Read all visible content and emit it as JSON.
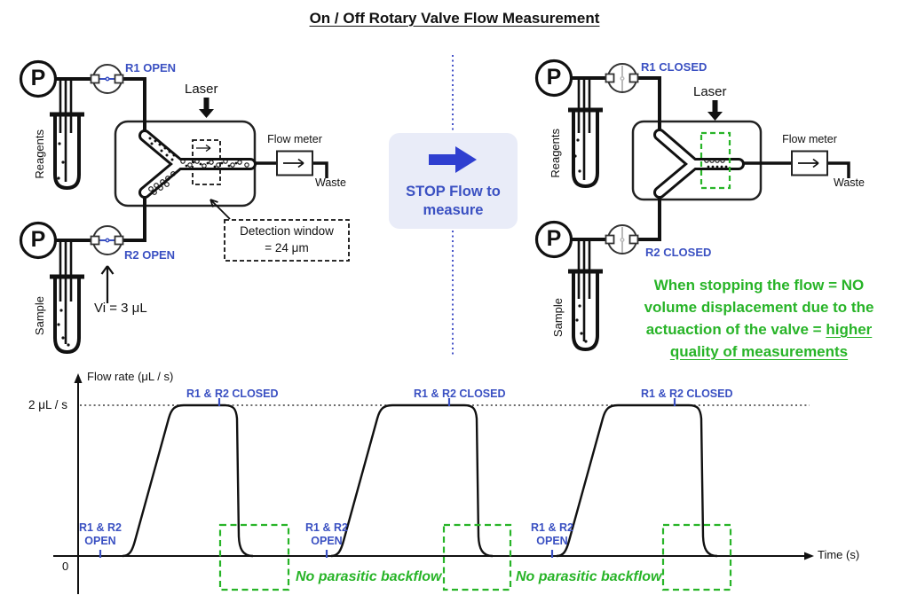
{
  "title": "On / Off Rotary Valve Flow Measurement",
  "colors": {
    "blue_label": "#3a50c2",
    "arrow_blue": "#2f3fd0",
    "stop_box_bg": "#e9ecf8",
    "green": "#28b428"
  },
  "left_diagram": {
    "pump1_label": "P",
    "pump2_label": "P",
    "reagents_label": "Reagents",
    "sample_label": "Sample",
    "valve1_label": "R1 OPEN",
    "valve2_label": "R2 OPEN",
    "laser_label": "Laser",
    "flow_meter_label": "Flow meter",
    "waste_label": "Waste",
    "detection_window_line1": "Detection window",
    "detection_window_line2": "= 24 μm",
    "injection_volume_label": "Vi = 3 μL"
  },
  "center": {
    "stop_line1": "STOP Flow to",
    "stop_line2": "measure"
  },
  "right_diagram": {
    "pump1_label": "P",
    "pump2_label": "P",
    "reagents_label": "Reagents",
    "sample_label": "Sample",
    "valve1_label": "R1 CLOSED",
    "valve2_label": "R2 CLOSED",
    "laser_label": "Laser",
    "flow_meter_label": "Flow meter",
    "waste_label": "Waste",
    "note_lines": [
      {
        "text": "When stopping the flow = NO",
        "underline": ""
      },
      {
        "text": "volume displacement due to the",
        "underline": ""
      },
      {
        "text": "actuaction of the valve = ",
        "underline": "higher"
      },
      {
        "text": "",
        "underline": "quality of measurements"
      }
    ]
  },
  "graph": {
    "ylabel": "Flow rate (μL / s)",
    "xlabel": "Time (s)",
    "origin_label": "0",
    "level_label": "2 μL / s",
    "closed_label": "R1 & R2 CLOSED",
    "open_line1": "R1 & R2",
    "open_line2": "OPEN",
    "backflow_label": "No parasitic backflow"
  },
  "chart_data": {
    "type": "line",
    "title": "",
    "xlabel": "Time (s)",
    "ylabel": "Flow rate (μL / s)",
    "ylim": [
      0,
      2.4
    ],
    "x_tick_labels_shown": [
      "0"
    ],
    "x_units": "arbitrary (no numeric time ticks shown)",
    "reference_line": {
      "value": 2,
      "label": "2 μL / s",
      "style": "dotted"
    },
    "series": [
      {
        "name": "Flow rate",
        "profile_points": [
          {
            "t": 0.0,
            "y": 0
          },
          {
            "t": 0.6,
            "y": 0
          },
          {
            "t": 1.3,
            "y": 2
          },
          {
            "t": 1.9,
            "y": 2
          },
          {
            "t": 2.1,
            "y": 0
          },
          {
            "t": 3.4,
            "y": 0
          },
          {
            "t": 4.1,
            "y": 2
          },
          {
            "t": 5.2,
            "y": 2
          },
          {
            "t": 5.4,
            "y": 0
          },
          {
            "t": 6.5,
            "y": 0
          },
          {
            "t": 7.2,
            "y": 2
          },
          {
            "t": 8.3,
            "y": 2
          },
          {
            "t": 8.5,
            "y": 0
          },
          {
            "t": 10.0,
            "y": 0
          }
        ],
        "shape": "three trapezoidal pulses: slanted rise, plateau at 2 μL/s, steep fall to 0"
      }
    ],
    "annotations": [
      {
        "text": "R1 & R2 OPEN",
        "count": 3,
        "color": "#3a50c2",
        "position": "at each rising-edge start on baseline"
      },
      {
        "text": "R1 & R2 CLOSED",
        "count": 3,
        "color": "#3a50c2",
        "position": "at end of each plateau, above dotted line"
      },
      {
        "text": "No parasitic backflow",
        "count": 2,
        "color": "#28b428",
        "style": "italic",
        "position": "below baseline"
      },
      {
        "text": "green dashed rectangles framing each falling edge across the baseline",
        "count": 3,
        "color": "#28b428"
      }
    ],
    "legend": "none",
    "grid": "off"
  }
}
